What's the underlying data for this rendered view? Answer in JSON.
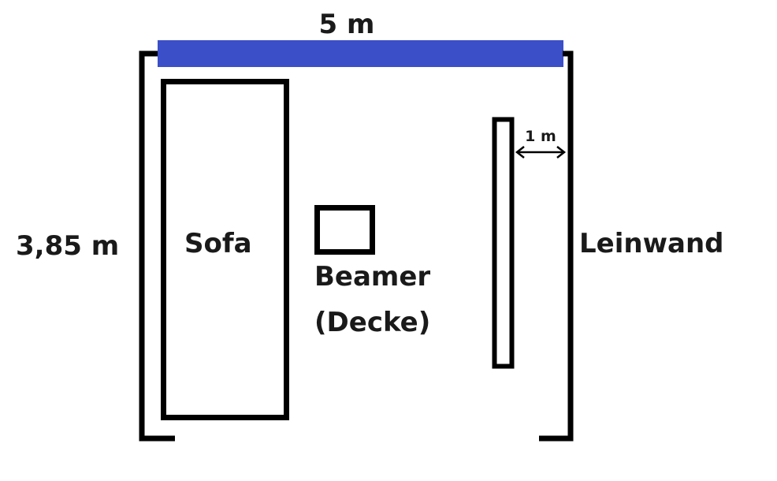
{
  "labels": {
    "width": "5 m",
    "depth": "3,85 m",
    "sofa": "Sofa",
    "beamer_line1": "Beamer",
    "beamer_line2": "(Decke)",
    "screen": "Leinwand",
    "screen_gap": "1 m"
  },
  "colors": {
    "wall": "#000000",
    "top_wall": "#3b4fc8",
    "text": "#1a1a1a",
    "background": "#ffffff"
  }
}
